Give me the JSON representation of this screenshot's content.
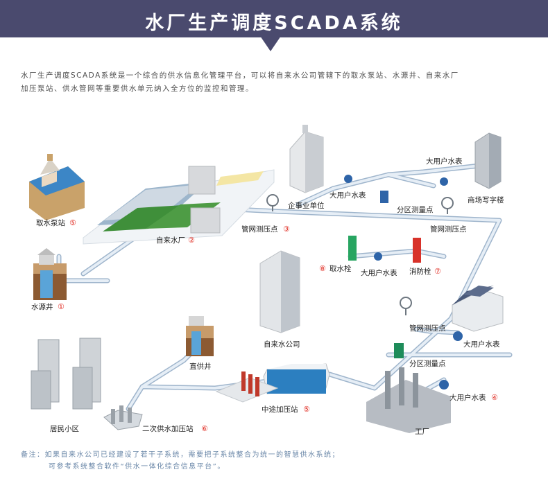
{
  "header": {
    "title": "水厂生产调度SCADA系统"
  },
  "intro": {
    "line1": "水厂生产调度SCADA系统是一个综合的供水信息化管理平台，可以将自来水公司管辖下的取水泵站、水源井、自来水厂",
    "line2": "加压泵站、供水管网等重要供水单元纳入全方位的监控和管理。"
  },
  "labels": {
    "intake_pump": "取水泵站",
    "intake_pump_num": "⑤",
    "water_plant": "自来水厂",
    "water_plant_num": "②",
    "source_well": "水源井",
    "source_well_num": "①",
    "enterprise": "企事业单位",
    "big_meter_1": "大用户水表",
    "big_meter_2": "大用户水表",
    "office": "商场写字楼",
    "zone_point_1": "分区测量点",
    "pressure_1": "管网测压点",
    "pressure_1_num": "③",
    "pressure_2": "管网测压点",
    "hydrant_take": "取水栓",
    "hydrant_take_num": "⑧",
    "big_meter_3": "大用户水表",
    "fire_hydrant": "消防栓",
    "fire_hydrant_num": "⑦",
    "company": "自来水公司",
    "direct_well": "直供井",
    "pressure_3": "管网测压点",
    "big_meter_4": "大用户水表",
    "zone_point_2": "分区测量点",
    "residential": "居民小区",
    "secondary_booster": "二次供水加压站",
    "secondary_booster_num": "⑥",
    "mid_booster": "中途加压站",
    "mid_booster_num": "⑤",
    "big_meter_5": "大用户水表",
    "big_meter_5_num": "④",
    "factory": "工厂"
  },
  "footer": {
    "line1": "备注：如果自来水公司已经建设了若干子系统，需要把子系统整合为统一的智慧供水系统；",
    "line2": "可参考系统整合软件“供水一体化综合信息平台”。"
  },
  "colors": {
    "banner": "#4a4a6e",
    "pipe": "#c9d7e6",
    "pipe_edge": "#9fb5cc",
    "number_red": "#e0281e",
    "note_blue": "#6a87a8"
  }
}
